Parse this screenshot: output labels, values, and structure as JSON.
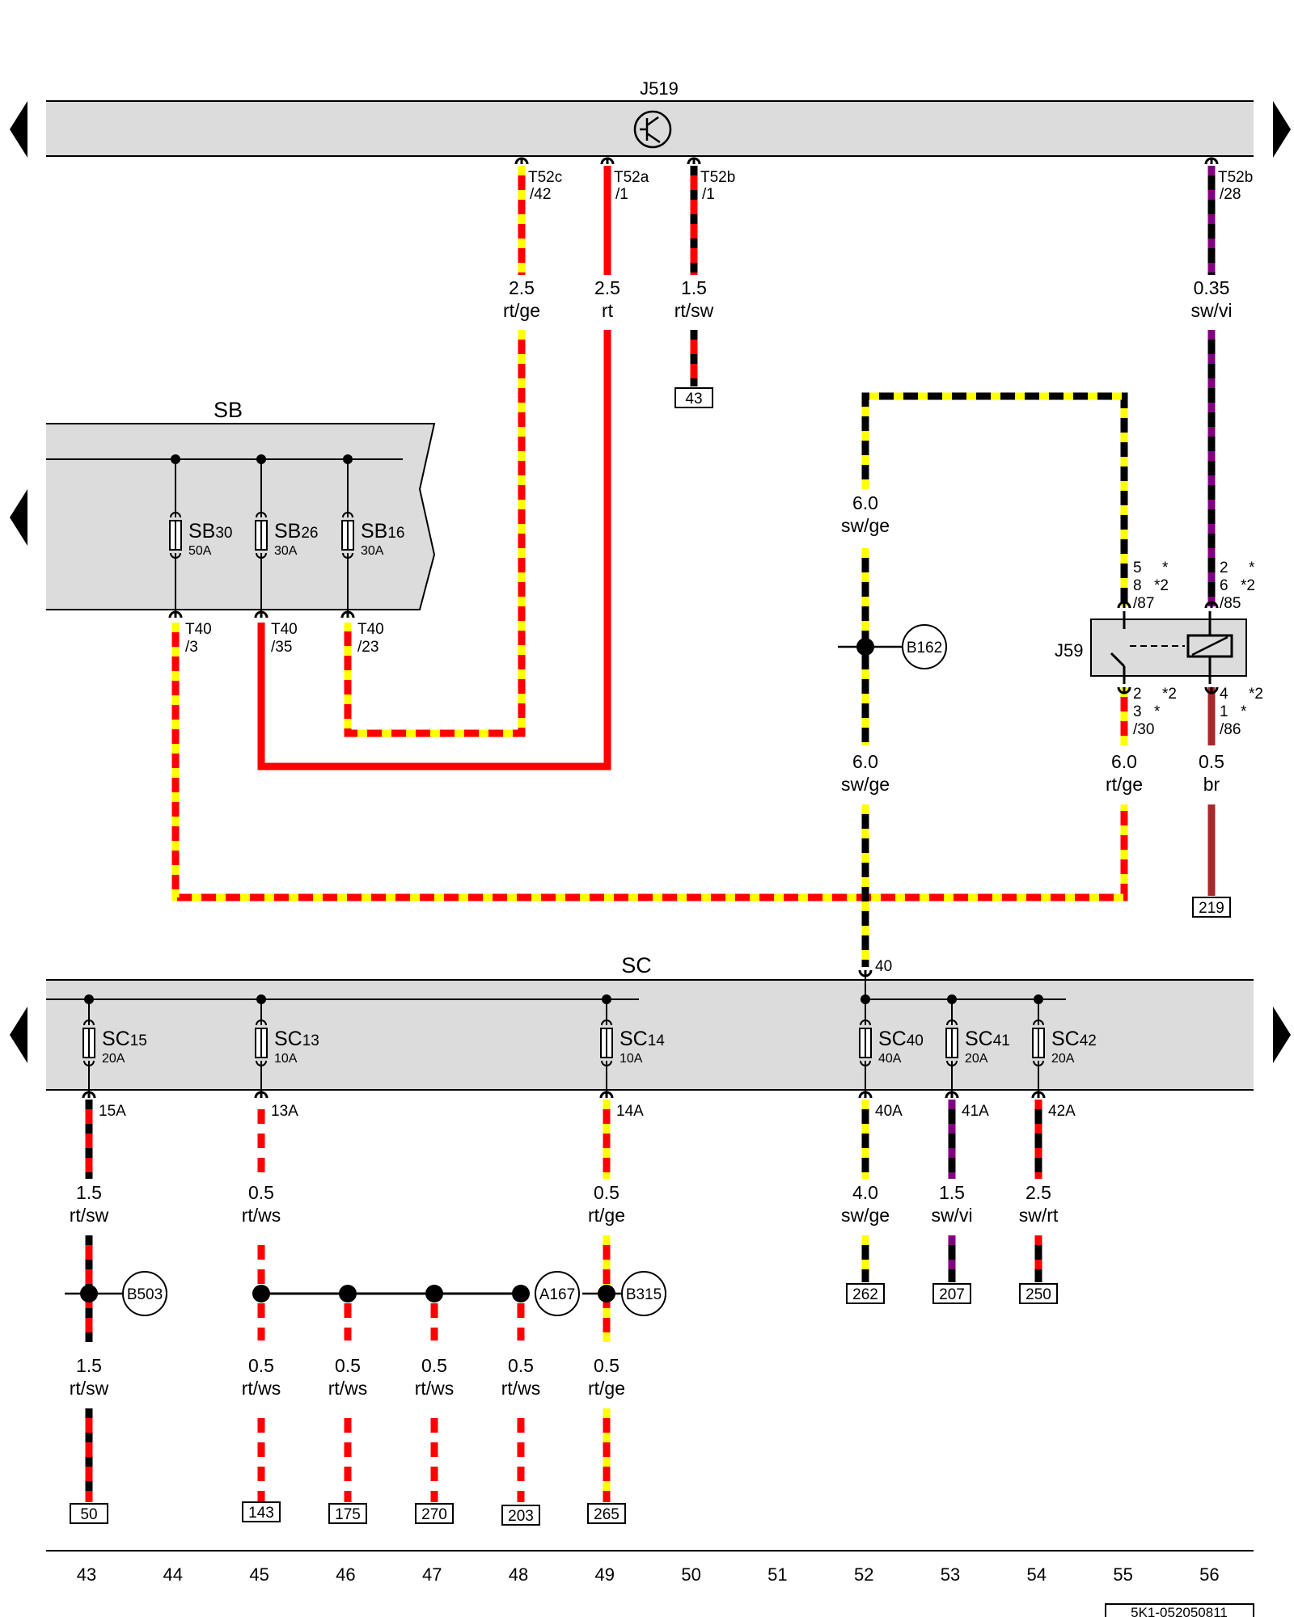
{
  "module_j519": "J519",
  "bus_sb": "SB",
  "bus_sc": "SC",
  "relay_j59": "J59",
  "footer_code": "5K1-052050811",
  "j519_terminals": [
    {
      "id": "t52c-42",
      "line1": "T52c",
      "line2": "/42"
    },
    {
      "id": "t52a-1",
      "line1": "T52a",
      "line2": "/1"
    },
    {
      "id": "t52b-1",
      "line1": "T52b",
      "line2": "/1"
    },
    {
      "id": "t52b-28",
      "line1": "T52b",
      "line2": "/28"
    }
  ],
  "sb_fuses": [
    {
      "name": "SB",
      "num": "30",
      "amp": "50A",
      "term1": "T40",
      "term2": "/3"
    },
    {
      "name": "SB",
      "num": "26",
      "amp": "30A",
      "term1": "T40",
      "term2": "/35"
    },
    {
      "name": "SB",
      "num": "16",
      "amp": "30A",
      "term1": "T40",
      "term2": "/23"
    }
  ],
  "sc_fuses": [
    {
      "name": "SC",
      "num": "15",
      "amp": "20A",
      "term": "15A"
    },
    {
      "name": "SC",
      "num": "13",
      "amp": "10A",
      "term": "13A"
    },
    {
      "name": "SC",
      "num": "14",
      "amp": "10A",
      "term": "14A"
    },
    {
      "name": "SC",
      "num": "40",
      "amp": "40A",
      "term": "40A"
    },
    {
      "name": "SC",
      "num": "41",
      "amp": "20A",
      "term": "41A"
    },
    {
      "name": "SC",
      "num": "42",
      "amp": "20A",
      "term": "42A"
    }
  ],
  "sc_input_terminal": "40",
  "wire_labels": [
    {
      "id": "w-t52c",
      "size": "2.5",
      "color": "rt/ge"
    },
    {
      "id": "w-t52a",
      "size": "2.5",
      "color": "rt"
    },
    {
      "id": "w-t52b1",
      "size": "1.5",
      "color": "rt/sw"
    },
    {
      "id": "w-t52b28",
      "size": "0.35",
      "color": "sw/vi"
    },
    {
      "id": "w-b162-top",
      "size": "6.0",
      "color": "sw/ge"
    },
    {
      "id": "w-b162-bot",
      "size": "6.0",
      "color": "sw/ge"
    },
    {
      "id": "w-j59-30",
      "size": "6.0",
      "color": "rt/ge"
    },
    {
      "id": "w-j59-86",
      "size": "0.5",
      "color": "br"
    },
    {
      "id": "w-sc15",
      "size": "1.5",
      "color": "rt/sw"
    },
    {
      "id": "w-sc13",
      "size": "0.5",
      "color": "rt/ws"
    },
    {
      "id": "w-sc14",
      "size": "0.5",
      "color": "rt/ge"
    },
    {
      "id": "w-sc40",
      "size": "4.0",
      "color": "sw/ge"
    },
    {
      "id": "w-sc41",
      "size": "1.5",
      "color": "sw/vi"
    },
    {
      "id": "w-sc42",
      "size": "2.5",
      "color": "sw/rt"
    },
    {
      "id": "w-b503-bot",
      "size": "1.5",
      "color": "rt/sw"
    },
    {
      "id": "w-a167-1",
      "size": "0.5",
      "color": "rt/ws"
    },
    {
      "id": "w-a167-2",
      "size": "0.5",
      "color": "rt/ws"
    },
    {
      "id": "w-a167-3",
      "size": "0.5",
      "color": "rt/ws"
    },
    {
      "id": "w-a167-4",
      "size": "0.5",
      "color": "rt/ws"
    },
    {
      "id": "w-b315-bot",
      "size": "0.5",
      "color": "rt/ge"
    }
  ],
  "relay_pins_top_left": {
    "a": "5",
    "b": "8",
    "c": "/87",
    "sa": "*",
    "sb": "*2"
  },
  "relay_pins_top_right": {
    "a": "2",
    "b": "6",
    "c": "/85",
    "sa": "*",
    "sb": "*2"
  },
  "relay_pins_bot_left": {
    "a": "2",
    "b": "3",
    "c": "/30",
    "sa": "*2",
    "sb": "*"
  },
  "relay_pins_bot_right": {
    "a": "4",
    "b": "1",
    "c": "/86",
    "sa": "*2",
    "sb": "*"
  },
  "splices": [
    "B162",
    "B503",
    "A167",
    "B315"
  ],
  "refs": [
    "43",
    "219",
    "262",
    "207",
    "250",
    "50",
    "143",
    "175",
    "270",
    "203",
    "265"
  ],
  "columns": [
    "43",
    "44",
    "45",
    "46",
    "47",
    "48",
    "49",
    "50",
    "51",
    "52",
    "53",
    "54",
    "55",
    "56"
  ],
  "wire_colors": {
    "rt": "#ff0000",
    "ge": "#ffff00",
    "sw": "#000000",
    "ws": "#ffffff",
    "vi": "#800080",
    "br": "#a52a2a"
  }
}
